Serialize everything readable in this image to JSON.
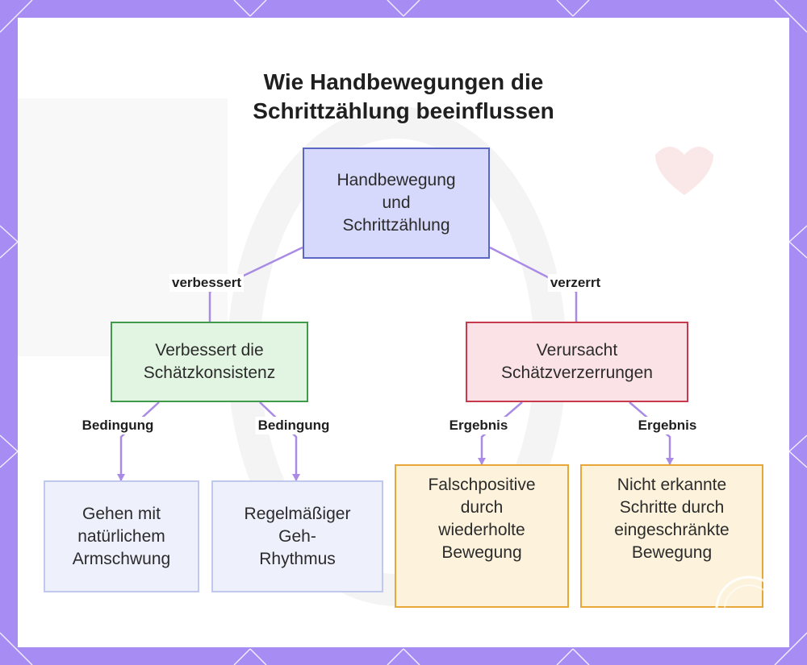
{
  "title": {
    "line1": "Wie Handbewegungen die",
    "line2": "Schrittzählung beeinflussen"
  },
  "nodes": {
    "root": {
      "lines": [
        "Handbewegung",
        "und",
        "Schrittzählung"
      ]
    },
    "improves": {
      "lines": [
        "Verbessert die",
        "Schätzkonsistenz"
      ]
    },
    "distorts": {
      "lines": [
        "Verursacht",
        "Schätzverzerrungen"
      ]
    },
    "leaf_arm_swing": {
      "lines": [
        "Gehen mit",
        "natürlichem",
        "Armschwung"
      ]
    },
    "leaf_rhythm": {
      "lines": [
        "Regelmäßiger",
        "Geh-",
        "Rhythmus"
      ]
    },
    "leaf_false_positive": {
      "lines": [
        "Falschpositive",
        "durch",
        "wiederholte",
        "Bewegung"
      ]
    },
    "leaf_missed_steps": {
      "lines": [
        "Nicht erkannte",
        "Schritte durch",
        "eingeschränkte",
        "Bewegung"
      ]
    }
  },
  "edge_labels": {
    "improves": "verbessert",
    "distorts": "verzerrt",
    "condition_left": "Bedingung",
    "condition_right": "Bedingung",
    "result_left": "Ergebnis",
    "result_right": "Ergebnis"
  },
  "colors": {
    "frame": "#a68cf3",
    "edge": "#a98be6",
    "root_fill": "#d6d9fb",
    "root_border": "#5b67c4",
    "green_fill": "#e2f5e2",
    "green_border": "#3f9b4a",
    "red_fill": "#fbe2e6",
    "red_border": "#c8394b",
    "blue_fill": "#eef0fc",
    "blue_border": "#c1c8ee",
    "orange_fill": "#fdf3dc",
    "orange_border": "#e7a837"
  }
}
